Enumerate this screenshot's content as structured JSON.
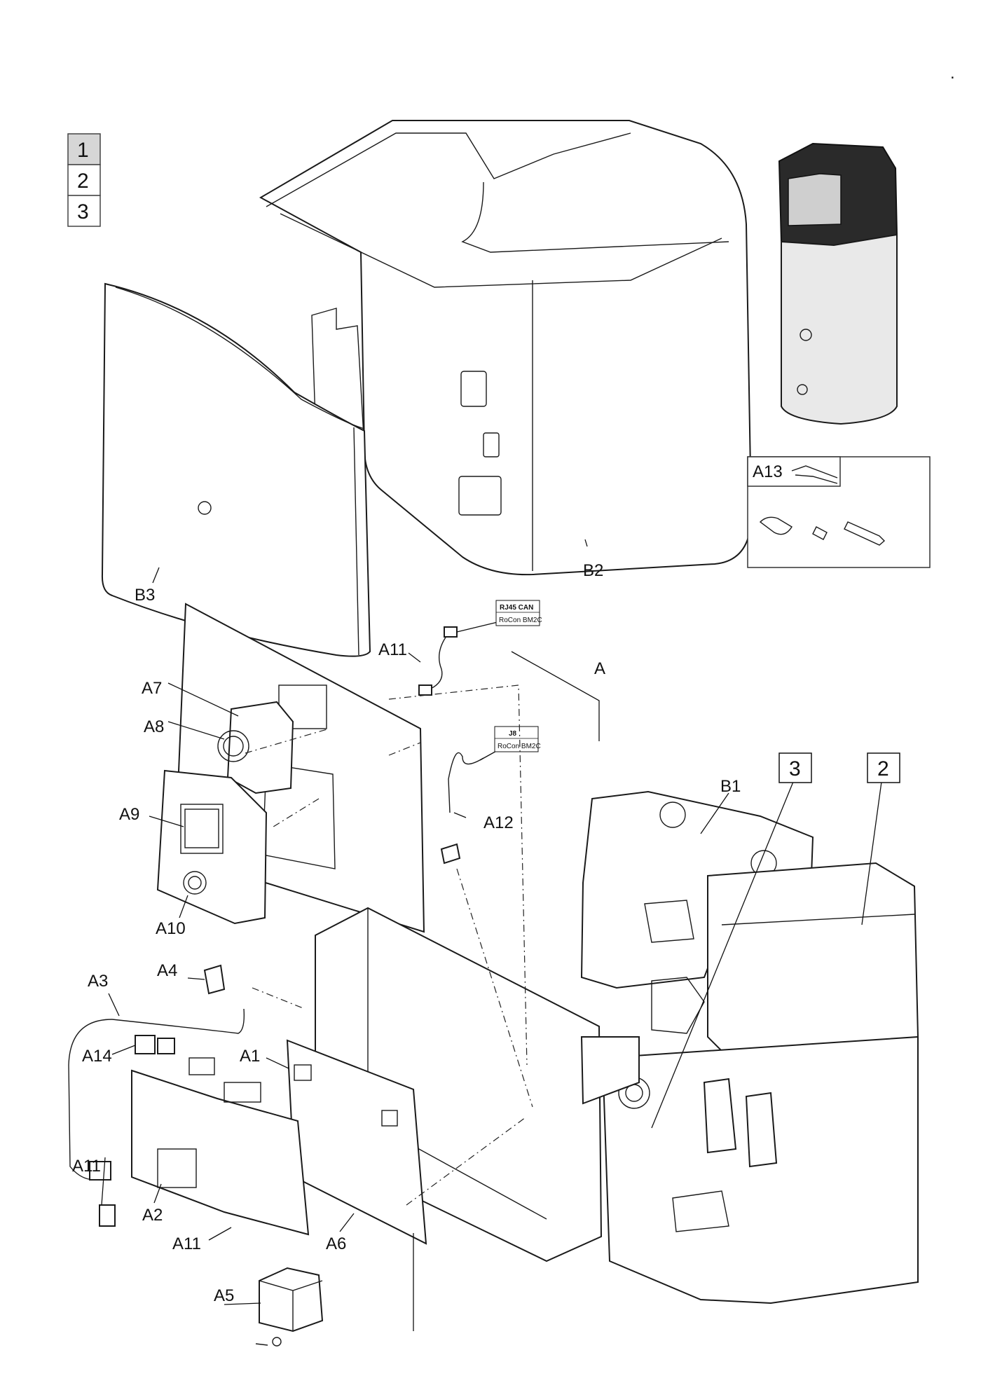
{
  "page_tabs": [
    "1",
    "2",
    "3"
  ],
  "callouts": {
    "b2": "B2",
    "b3": "B3",
    "b1": "B1",
    "a": "A",
    "a1": "A1",
    "a2": "A2",
    "a3": "A3",
    "a4": "A4",
    "a5": "A5",
    "a6": "A6",
    "a7": "A7",
    "a8": "A8",
    "a9": "A9",
    "a10": "A10",
    "a11_top": "A11",
    "a11_left": "A11",
    "a11_bottom": "A11",
    "a12": "A12",
    "a13": "A13",
    "a14": "A14",
    "box_3": "3",
    "box_2": "2"
  },
  "connector_labels": {
    "rj45_title": "RJ45 CAN",
    "rj45_sub": "RoCon BM2C",
    "j8_title": "J8",
    "j8_sub": "RoCon BM2C"
  },
  "corner_mark": "."
}
